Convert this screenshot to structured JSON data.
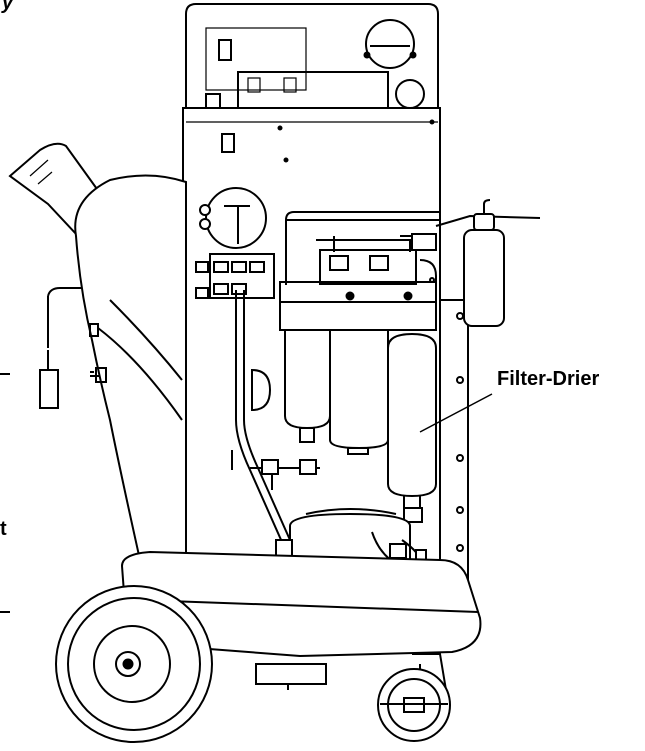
{
  "labels": {
    "filter_drier": "Filter-Drier",
    "edge_fragment_top": "y",
    "edge_fragment_mid": "t"
  }
}
